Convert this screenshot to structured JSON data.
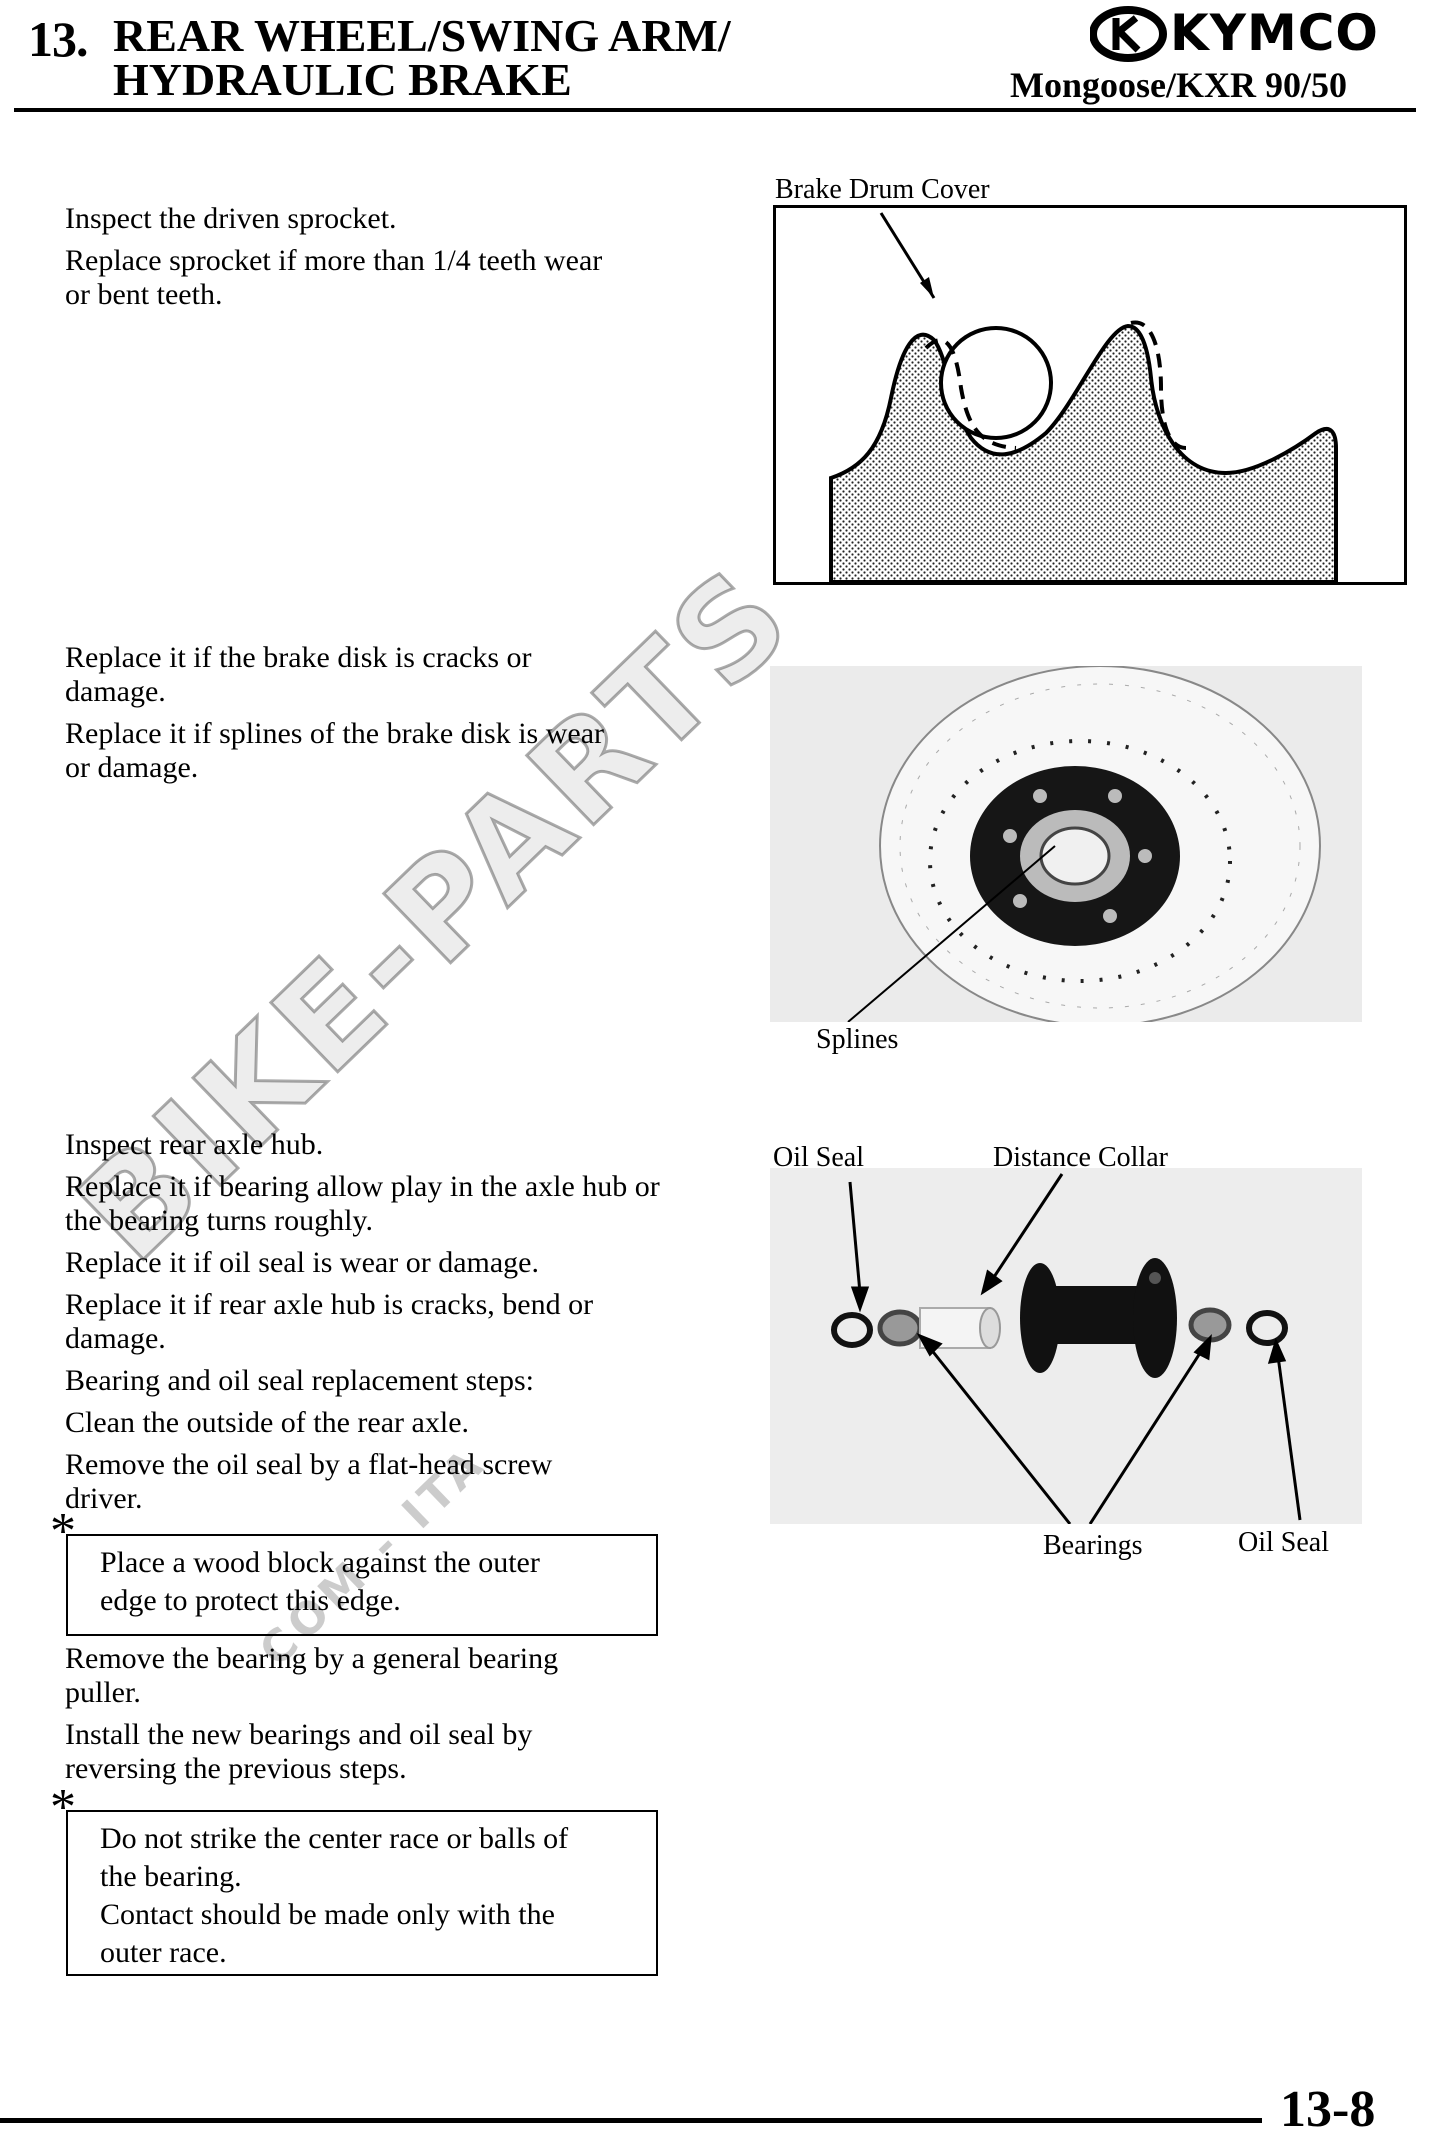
{
  "header": {
    "chapter_number": "13.",
    "title_line1": "REAR WHEEL/SWING ARM/",
    "title_line2": "HYDRAULIC BRAKE",
    "model": "Mongoose/KXR 90/50",
    "brand": "KYMCO"
  },
  "sections": {
    "sprocket": {
      "lines": [
        "Inspect the driven sprocket.",
        "Replace sprocket if more than 1/4 teeth wear or bent teeth."
      ],
      "figure_label": "Brake Drum Cover"
    },
    "brake_disk": {
      "lines": [
        "Replace it if the brake disk is cracks or damage.",
        "Replace it if splines of the brake disk is wear or damage."
      ],
      "figure_label": "Splines"
    },
    "axle_hub": {
      "lines": [
        "Inspect rear axle hub.",
        "Replace it if bearing allow play in the axle hub or the bearing turns roughly.",
        "Replace it if oil seal is wear or damage.",
        "Replace it if rear axle hub is cracks, bend or damage.",
        "Bearing and oil seal replacement steps:",
        "Clean the outside of the rear axle.",
        "Remove the oil seal by a flat-head screw driver."
      ],
      "note1_line1": "Place a wood block against the outer",
      "note1_line2": "edge to protect this edge.",
      "lines2": [
        "Remove the bearing by a general bearing puller.",
        "Install the new bearings and oil seal by reversing the previous steps."
      ],
      "note2_line1": "Do not strike the center race or balls of",
      "note2_line2": "the bearing.",
      "note2_line3": "Contact should be made only with the",
      "note2_line4": "outer race.",
      "labels": {
        "oil_seal_left": "Oil Seal",
        "distance_collar": "Distance Collar",
        "bearings": "Bearings",
        "oil_seal_right": "Oil Seal"
      }
    }
  },
  "note_marker": "*",
  "watermark": "BIKE-PARTS",
  "watermark_sub": "COM - ITA",
  "footer": {
    "page_number": "13-8"
  }
}
